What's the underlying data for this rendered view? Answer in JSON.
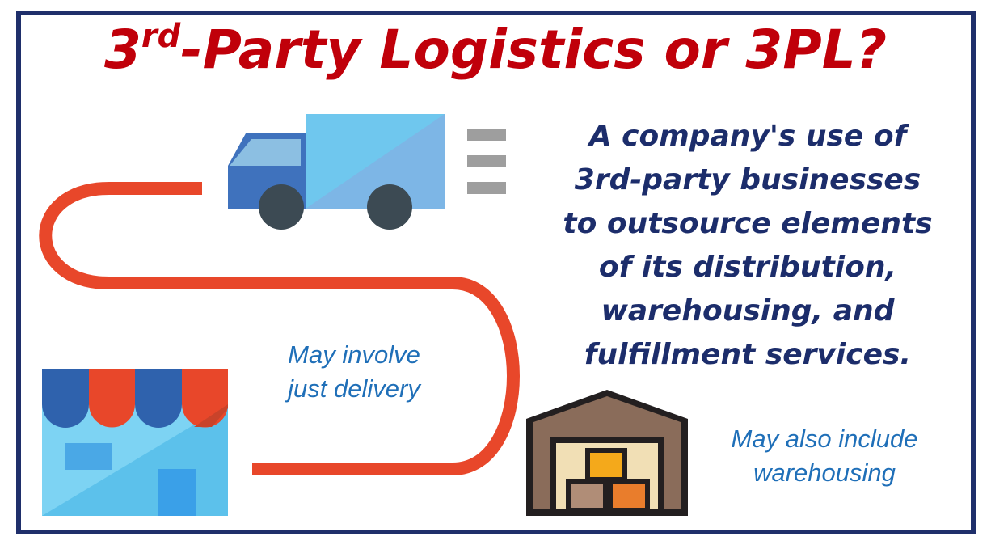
{
  "title": {
    "prefix": "3",
    "superscript": "rd",
    "rest": "-Party Logistics or 3PL?"
  },
  "definition": {
    "lines": [
      "A company's use of",
      "3rd-party businesses",
      "to outsource elements",
      "of its distribution,",
      "warehousing, and",
      "fulfillment services."
    ]
  },
  "notes": {
    "delivery": [
      "May involve",
      "just delivery"
    ],
    "warehouse": [
      "May also include",
      "warehousing"
    ]
  },
  "icons": {
    "truck": "delivery-truck-icon",
    "shop": "storefront-icon",
    "warehouse": "warehouse-icon",
    "path": "route-path",
    "speed": "speed-lines-icon"
  },
  "colors": {
    "frame": "#1f2f6b",
    "title": "#c0000a",
    "definition": "#1c2d6b",
    "note": "#1f6fb8",
    "route": "#e8472a"
  }
}
